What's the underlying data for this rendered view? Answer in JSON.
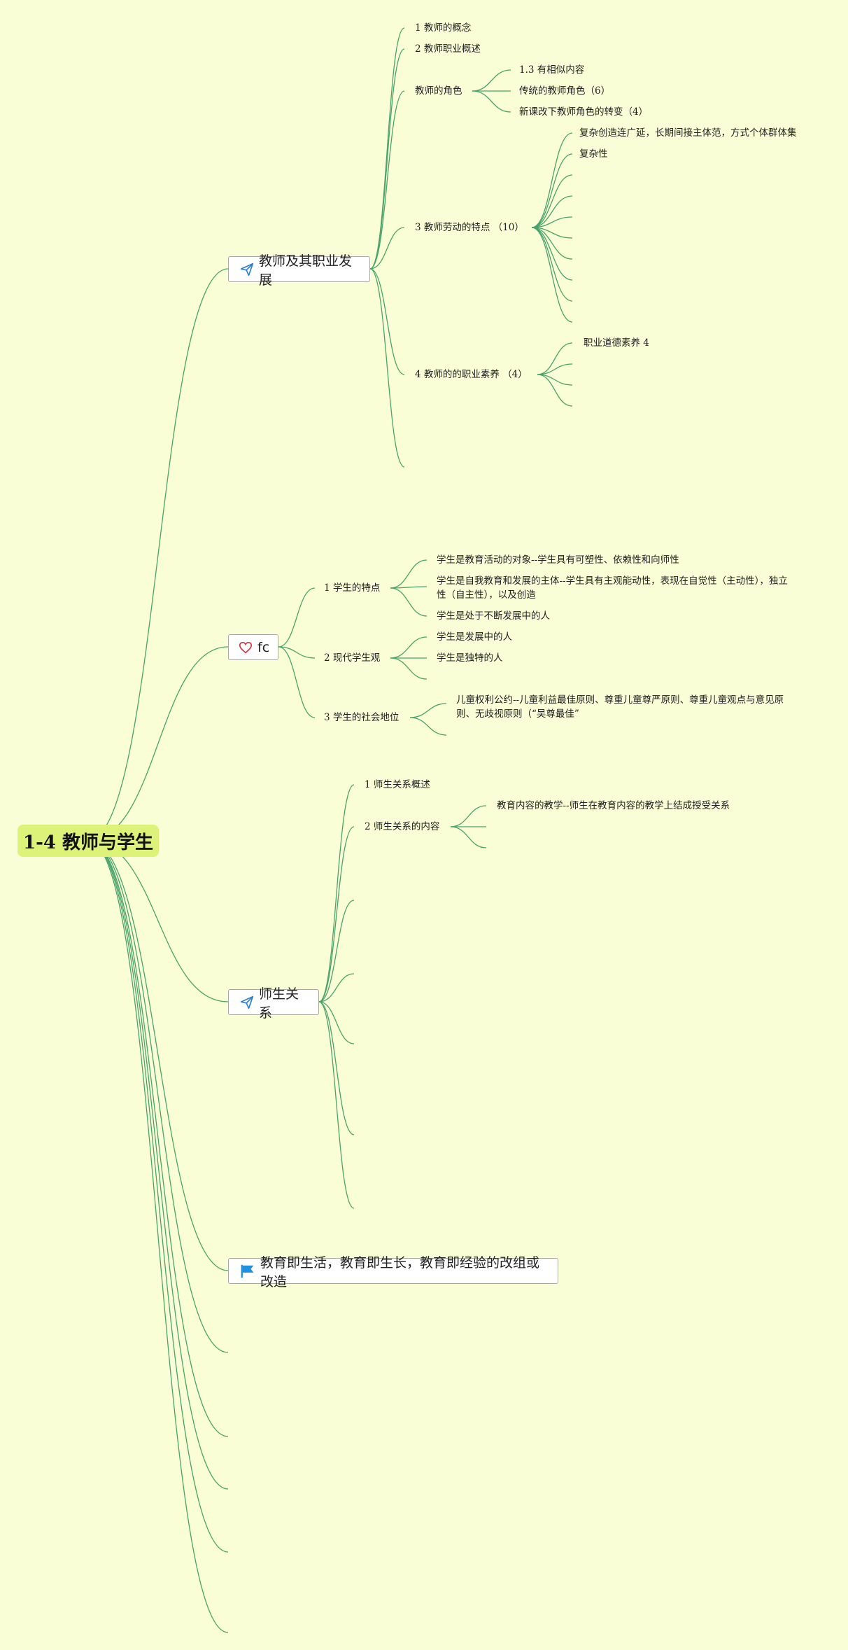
{
  "root": {
    "label": "1-4 教师与学生"
  },
  "colors": {
    "background": "#fafed6",
    "root_fill": "#dcf279",
    "link": "#4aa36b",
    "node_border": "#a9a9a9"
  },
  "topic1": {
    "label": "教师及其职业发展",
    "icon": "paper-plane-icon",
    "children": {
      "c1": "1 教师的概念",
      "c2": "2 教师职业概述",
      "c3": "教师的角色",
      "c3_children": [
        "1.3 有相似内容",
        "传统的教师角色（6）",
        "新课改下教师角色的转变（4）"
      ],
      "c4": "3 教师劳动的特点 （10）",
      "c4_children": [
        "复杂创造连广延，长期间接主体范，方式个体群体集",
        "复杂性"
      ],
      "c5": "4 教师的的职业素养 （4）",
      "c5_children": [
        "职业道德素养 4"
      ]
    }
  },
  "topic2": {
    "label": "fc",
    "icon": "heart-icon",
    "children": {
      "c1": "1 学生的特点",
      "c1_children": [
        "学生是教育活动的对象--学生具有可塑性、依赖性和向师性",
        "学生是自我教育和发展的主体--学生具有主观能动性，表现在自觉性（主动性），独立性（自主性），以及创造",
        "学生是处于不断发展中的人"
      ],
      "c2": "2 现代学生观",
      "c2_children": [
        "学生是发展中的人",
        "学生是独特的人"
      ],
      "c3": "3 学生的社会地位",
      "c3_children": [
        "儿童权利公约--儿童利益最佳原则、尊重儿童尊严原则、尊重儿童观点与意见原则、无歧视原则（“吴尊最佳”"
      ]
    }
  },
  "topic3": {
    "label": "师生关系",
    "icon": "paper-plane-icon",
    "children": {
      "c1": "1 师生关系概述",
      "c2": "2 师生关系的内容",
      "c2_children": [
        "教育内容的教学--师生在教育内容的教学上结成授受关系"
      ]
    }
  },
  "topic4": {
    "label": "教育即生活，教育即生长，教育即经验的改组或改造",
    "icon": "flag-icon"
  }
}
